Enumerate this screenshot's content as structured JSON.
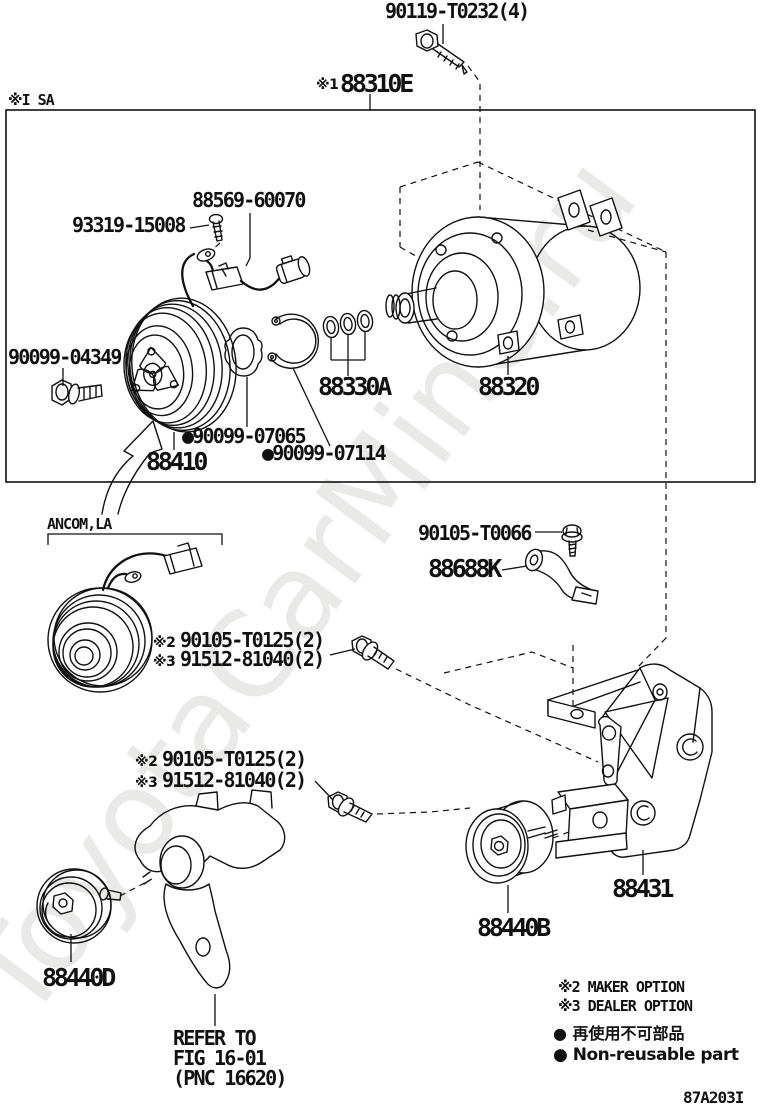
{
  "page": {
    "corner_note": "※I SA",
    "doc_code": "87A203I",
    "watermark": "ToyotaCarMine.ru",
    "colors": {
      "ink": "#111111",
      "watermark": "#e9e9e7",
      "background": "#ffffff"
    }
  },
  "assembly": {
    "top_bolt": "90119-T0232(4)",
    "ref_prefix": "※1",
    "part_no": "88310E"
  },
  "box_parts": {
    "harness": "88569-60070",
    "screw": "93319-15008",
    "pulley_bolt": "90099-04349",
    "magnet_clutch": "88410",
    "oring_set": "88330A",
    "compressor": "88320",
    "gasket_nr": "●90099-07065",
    "snap_ring_nr": "●90099-07114"
  },
  "variant": {
    "label": "ANCOM,LA",
    "opt_prefix_2": "※2",
    "opt_prefix_3": "※3",
    "opt_bolt_maker": "90105-T0125(2)",
    "opt_bolt_dealer": "91512-81040(2)"
  },
  "mounting": {
    "stay_bolt": "90105-T0066",
    "stay": "88688K",
    "bracket": "88431",
    "idler_pulley_b": "88440B",
    "idler_pulley_d": "88440D",
    "refer_line1": "REFER TO",
    "refer_line2": "FIG 16-01",
    "refer_line3": "(PNC 16620)"
  },
  "legend": {
    "maker_option": "※2 MAKER OPTION",
    "dealer_option": "※3 DEALER OPTION",
    "non_reusable_jp": "● 再使用不可部品",
    "non_reusable_en": "● Non-reusable part"
  }
}
